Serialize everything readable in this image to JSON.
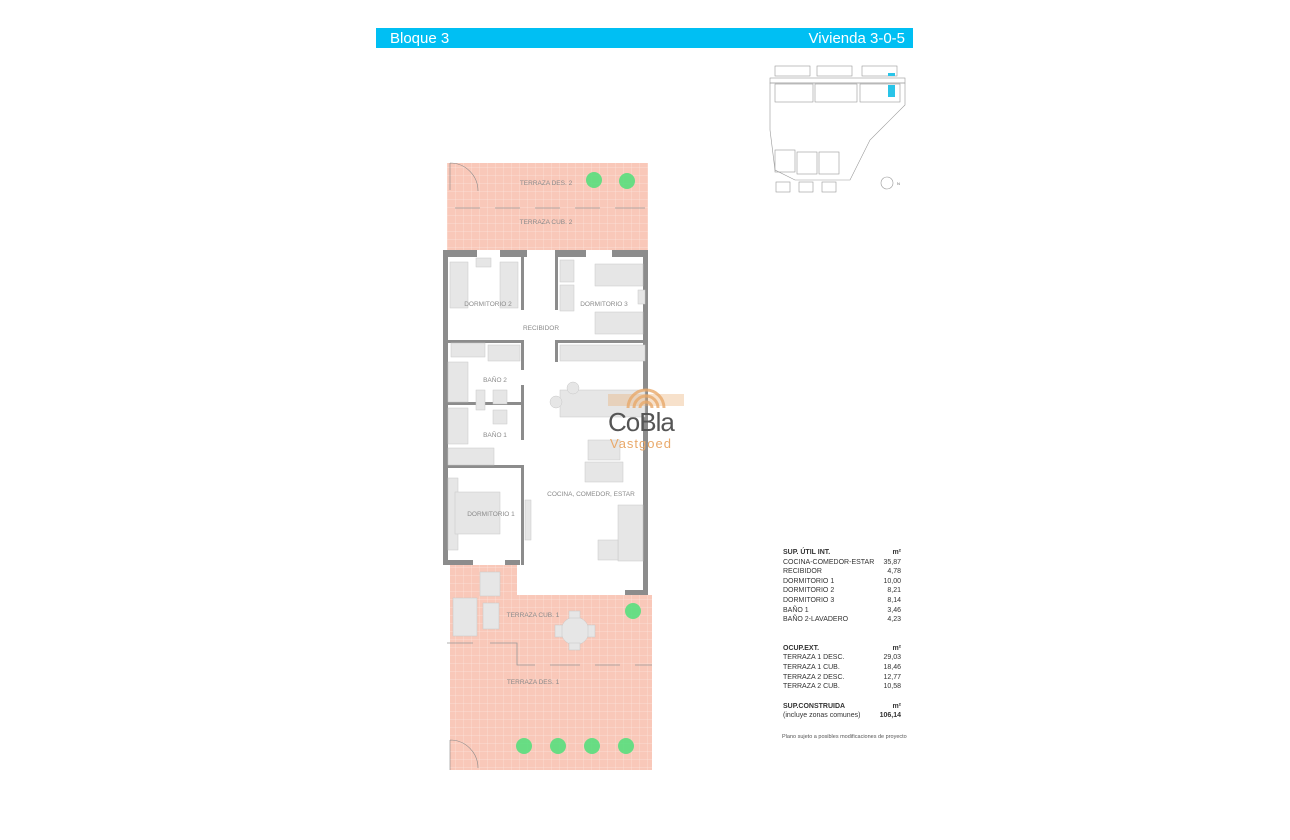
{
  "header": {
    "left": "Bloque 3",
    "right": "Vivienda 3-0-5",
    "color": "#00bff3"
  },
  "rooms": {
    "terraza_des_2": "TERRAZA DES. 2",
    "terraza_cub_2": "TERRAZA CUB. 2",
    "dormitorio_2": "DORMITORIO 2",
    "dormitorio_3": "DORMITORIO 3",
    "recibidor": "RECIBIDOR",
    "bano_2": "BAÑO 2",
    "bano_1": "BAÑO 1",
    "cocina": "COCINA, COMEDOR, ESTAR",
    "dormitorio_1": "DORMITORIO 1",
    "terraza_cub_1": "TERRAZA CUB. 1",
    "terraza_des_1": "TERRAZA DES. 1"
  },
  "key_plan": {
    "north_label": "N",
    "highlight_color": "#29c4e8"
  },
  "logo": {
    "line1": "CoBla",
    "line2": "Vastgoed"
  },
  "areas": {
    "interior": {
      "title": "SUP. ÚTIL INT.",
      "unit": "m²",
      "rows": [
        {
          "label": "COCINA-COMEDOR-ESTAR",
          "value": "35,87"
        },
        {
          "label": "RECIBIDOR",
          "value": "4,78"
        },
        {
          "label": "DORMITORIO 1",
          "value": "10,00"
        },
        {
          "label": "DORMITORIO 2",
          "value": "8,21"
        },
        {
          "label": "DORMITORIO 3",
          "value": "8,14"
        },
        {
          "label": "BAÑO 1",
          "value": "3,46"
        },
        {
          "label": "BAÑO 2-LAVADERO",
          "value": "4,23"
        }
      ]
    },
    "exterior": {
      "title": "OCUP.EXT.",
      "unit": "m²",
      "rows": [
        {
          "label": "TERRAZA 1 DESC.",
          "value": "29,03"
        },
        {
          "label": "TERRAZA 1 CUB.",
          "value": "18,46"
        },
        {
          "label": "TERRAZA 2 DESC.",
          "value": "12,77"
        },
        {
          "label": "TERRAZA 2 CUB.",
          "value": "10,58"
        }
      ]
    },
    "built": {
      "title": "SUP.CONSTRUIDA",
      "unit": "m²",
      "label": "(incluye zonas comunes)",
      "value": "106,14"
    },
    "note": "Plano sujeto a posibles modificaciones de proyecto"
  }
}
